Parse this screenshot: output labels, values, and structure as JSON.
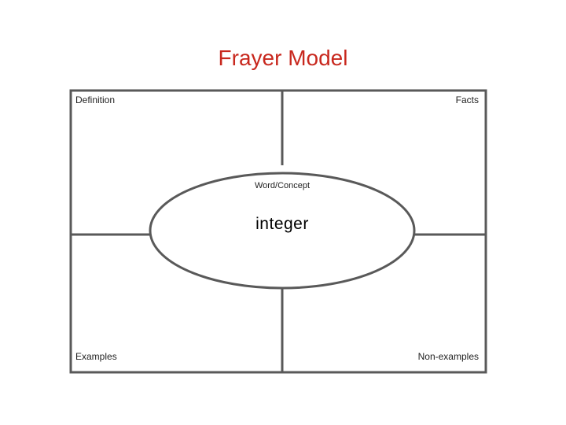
{
  "title": "Frayer Model",
  "colors": {
    "title": "#c8281e",
    "lines": "#595959",
    "text": "#222222"
  },
  "quadrants": {
    "top_left": "Definition",
    "top_right": "Facts",
    "bottom_left": "Examples",
    "bottom_right": "Non-examples"
  },
  "center": {
    "caption": "Word/Concept",
    "word": "integer"
  }
}
